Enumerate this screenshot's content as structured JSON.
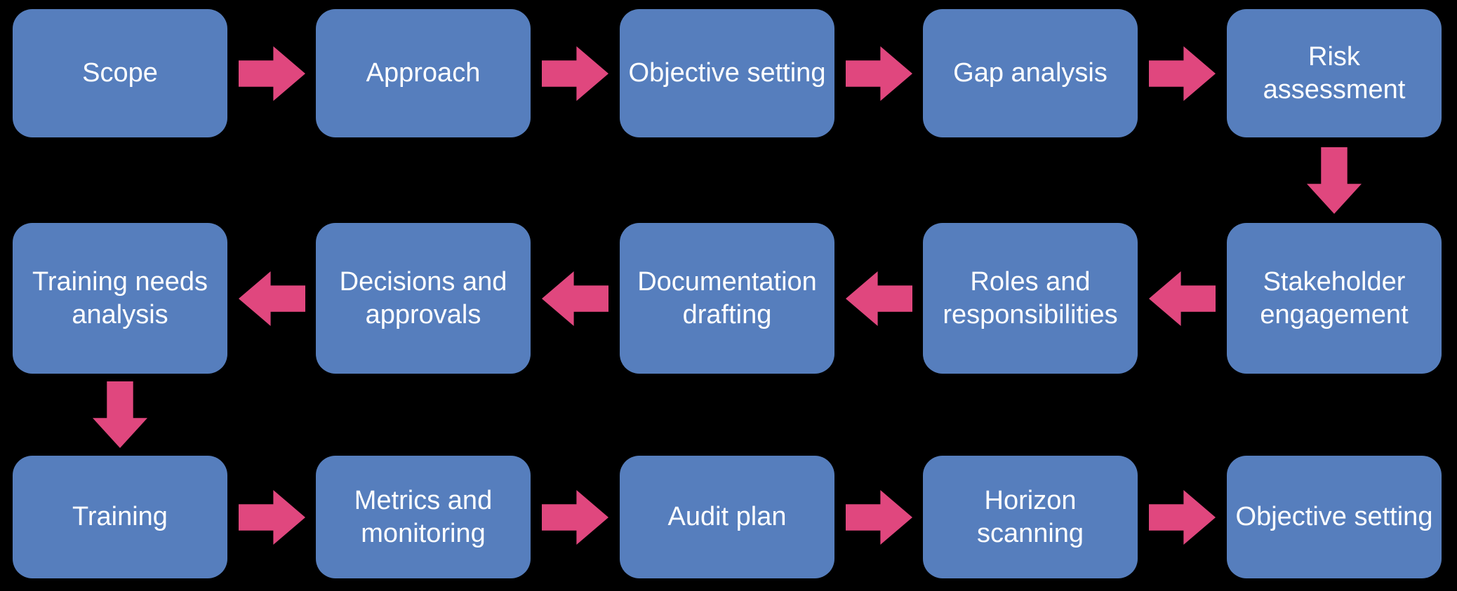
{
  "style": {
    "background": "#000000",
    "box_fill": "#567EBD",
    "arrow_fill": "#E0477E",
    "text_color": "#FFFFFF"
  },
  "rows": [
    {
      "flow": "left-to-right",
      "items": [
        "Scope",
        "Approach",
        "Objective setting",
        "Gap analysis",
        "Risk\nassessment"
      ]
    },
    {
      "flow": "right-to-left",
      "items": [
        "Training needs\nanalysis",
        "Decisions and\napprovals",
        "Documentation\ndrafting",
        "Roles and\nresponsibilities",
        "Stakeholder\nengagement"
      ]
    },
    {
      "flow": "left-to-right",
      "items": [
        "Training",
        "Metrics and\nmonitoring",
        "Audit plan",
        "Horizon\nscanning",
        "Objective setting"
      ]
    }
  ],
  "connectors": [
    {
      "type": "arrow-right",
      "from": "Scope",
      "to": "Approach"
    },
    {
      "type": "arrow-right",
      "from": "Approach",
      "to": "Objective setting"
    },
    {
      "type": "arrow-right",
      "from": "Objective setting",
      "to": "Gap analysis"
    },
    {
      "type": "arrow-right",
      "from": "Gap analysis",
      "to": "Risk assessment"
    },
    {
      "type": "arrow-down",
      "from": "Risk assessment",
      "to": "Stakeholder engagement"
    },
    {
      "type": "arrow-left",
      "from": "Stakeholder engagement",
      "to": "Roles and responsibilities"
    },
    {
      "type": "arrow-left",
      "from": "Roles and responsibilities",
      "to": "Documentation drafting"
    },
    {
      "type": "arrow-left",
      "from": "Documentation drafting",
      "to": "Decisions and approvals"
    },
    {
      "type": "arrow-left",
      "from": "Decisions and approvals",
      "to": "Training needs analysis"
    },
    {
      "type": "arrow-down",
      "from": "Training needs analysis",
      "to": "Training"
    },
    {
      "type": "arrow-right",
      "from": "Training",
      "to": "Metrics and monitoring"
    },
    {
      "type": "arrow-right",
      "from": "Metrics and monitoring",
      "to": "Audit plan"
    },
    {
      "type": "arrow-right",
      "from": "Audit plan",
      "to": "Horizon scanning"
    },
    {
      "type": "arrow-right",
      "from": "Horizon scanning",
      "to": "Objective setting"
    }
  ]
}
